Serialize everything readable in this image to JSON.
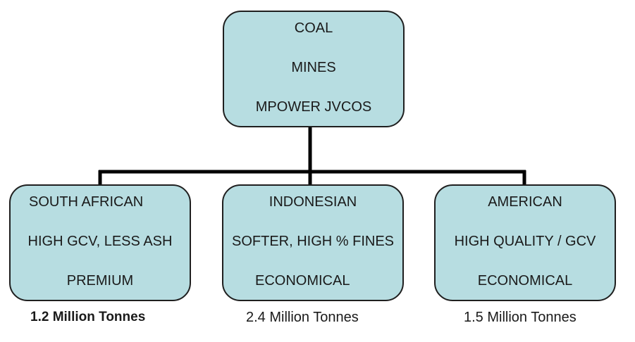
{
  "root": {
    "lines": [
      "COAL",
      "MINES",
      "MPOWER JVCOS"
    ]
  },
  "children": [
    {
      "lines": [
        "SOUTH AFRICAN",
        "HIGH GCV, LESS ASH",
        "PREMIUM"
      ],
      "caption": "1.2 Million Tonnes"
    },
    {
      "lines": [
        "INDONESIAN",
        "SOFTER, HIGH % FINES",
        "ECONOMICAL"
      ],
      "caption": "2.4 Million Tonnes"
    },
    {
      "lines": [
        "AMERICAN",
        "HIGH QUALITY / GCV",
        "ECONOMICAL"
      ],
      "caption": "1.5 Million Tonnes"
    }
  ],
  "colors": {
    "box_fill": "#b7dde1",
    "line": "#000000"
  }
}
